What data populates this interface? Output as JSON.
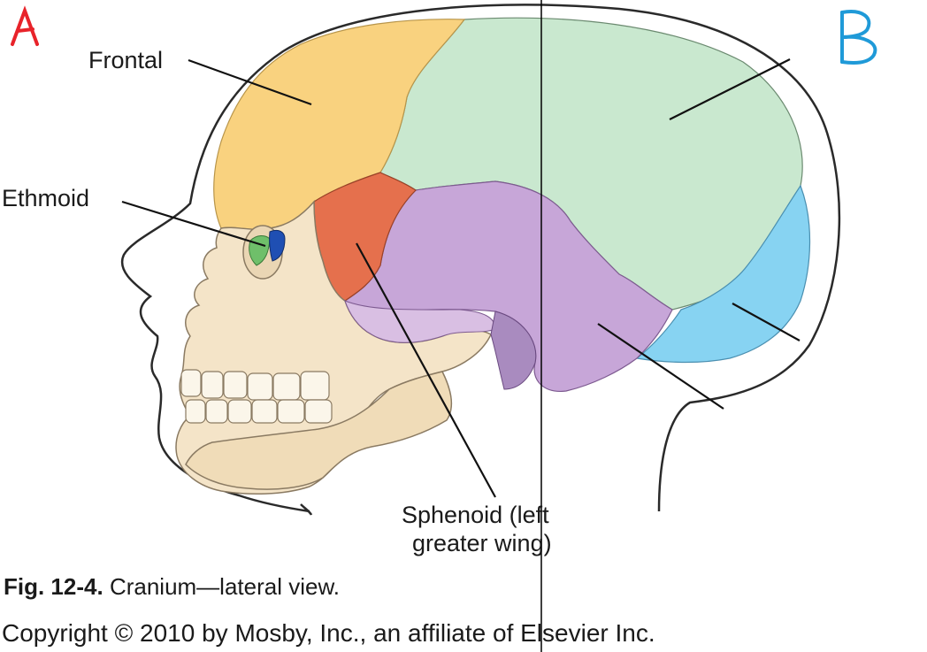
{
  "panel_marks": {
    "a": "A",
    "b": "B"
  },
  "colors": {
    "mark_a": "#e8232a",
    "mark_b": "#1f9ad8",
    "frontal": "#f9d27f",
    "parietal": "#c9e8cf",
    "occipital": "#87d3f2",
    "temporal": "#c7a6d8",
    "sphenoid": "#e5704d",
    "ethmoid_green": "#6fbf6a",
    "ethmoid_blue": "#1f4fb3",
    "face": "#f4e4c8"
  },
  "labels": {
    "frontal": "Frontal",
    "ethmoid": "Ethmoid",
    "sphenoid_line1": "Sphenoid (left",
    "sphenoid_line2": "greater wing)"
  },
  "caption": {
    "fig_number": "Fig. 12-4.",
    "fig_title": "Cranium—lateral view.",
    "copyright": "Copyright © 2010 by Mosby, Inc., an affiliate of Elsevier Inc."
  }
}
